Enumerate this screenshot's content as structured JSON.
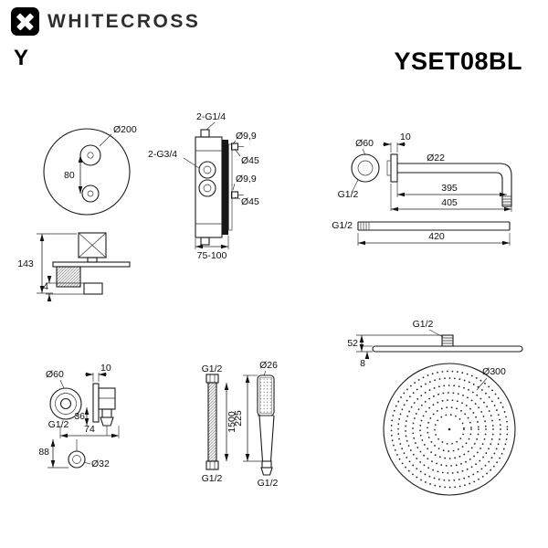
{
  "brand": {
    "name": "WHITECROSS"
  },
  "page": {
    "series": "Y",
    "model": "YSET08BL"
  },
  "drawings": {
    "mixer_front": {
      "diameter": "Ø200",
      "handle_spacing": "80"
    },
    "mixer_section": {
      "top_thread": "2-G1/4",
      "inlet_thread": "2-G3/4",
      "outlet_top": "Ø9,9",
      "rosette_top": "Ø45",
      "outlet_bottom": "Ø9,9",
      "rosette_bottom": "Ø45",
      "mount_depth": "75-100"
    },
    "shower_arm": {
      "flange_diameter": "Ø60",
      "flange_depth": "10",
      "pipe_diameter": "Ø22",
      "length_pipe": "395",
      "length_overall": "405",
      "length_straight": "420",
      "flange_thread": "G1/2",
      "pipe_thread": "G1/2"
    },
    "mixer_profile": {
      "height": "143",
      "plate_thickness": "4"
    },
    "wall_elbow": {
      "flange_diameter": "Ø60",
      "plate_depth": "10",
      "thread": "G1/2",
      "outlet_offset": "36",
      "depth": "74",
      "drop": "88",
      "nut_diameter": "Ø32"
    },
    "hose": {
      "thread_top": "G1/2",
      "length": "1500",
      "thread_bottom": "G1/2"
    },
    "hand_shower": {
      "head_diameter": "Ø26",
      "length": "225",
      "thread": "G1/2"
    },
    "head_shower": {
      "thread": "G1/2",
      "height": "52",
      "plate_thickness": "8",
      "diameter": "Ø300"
    }
  }
}
